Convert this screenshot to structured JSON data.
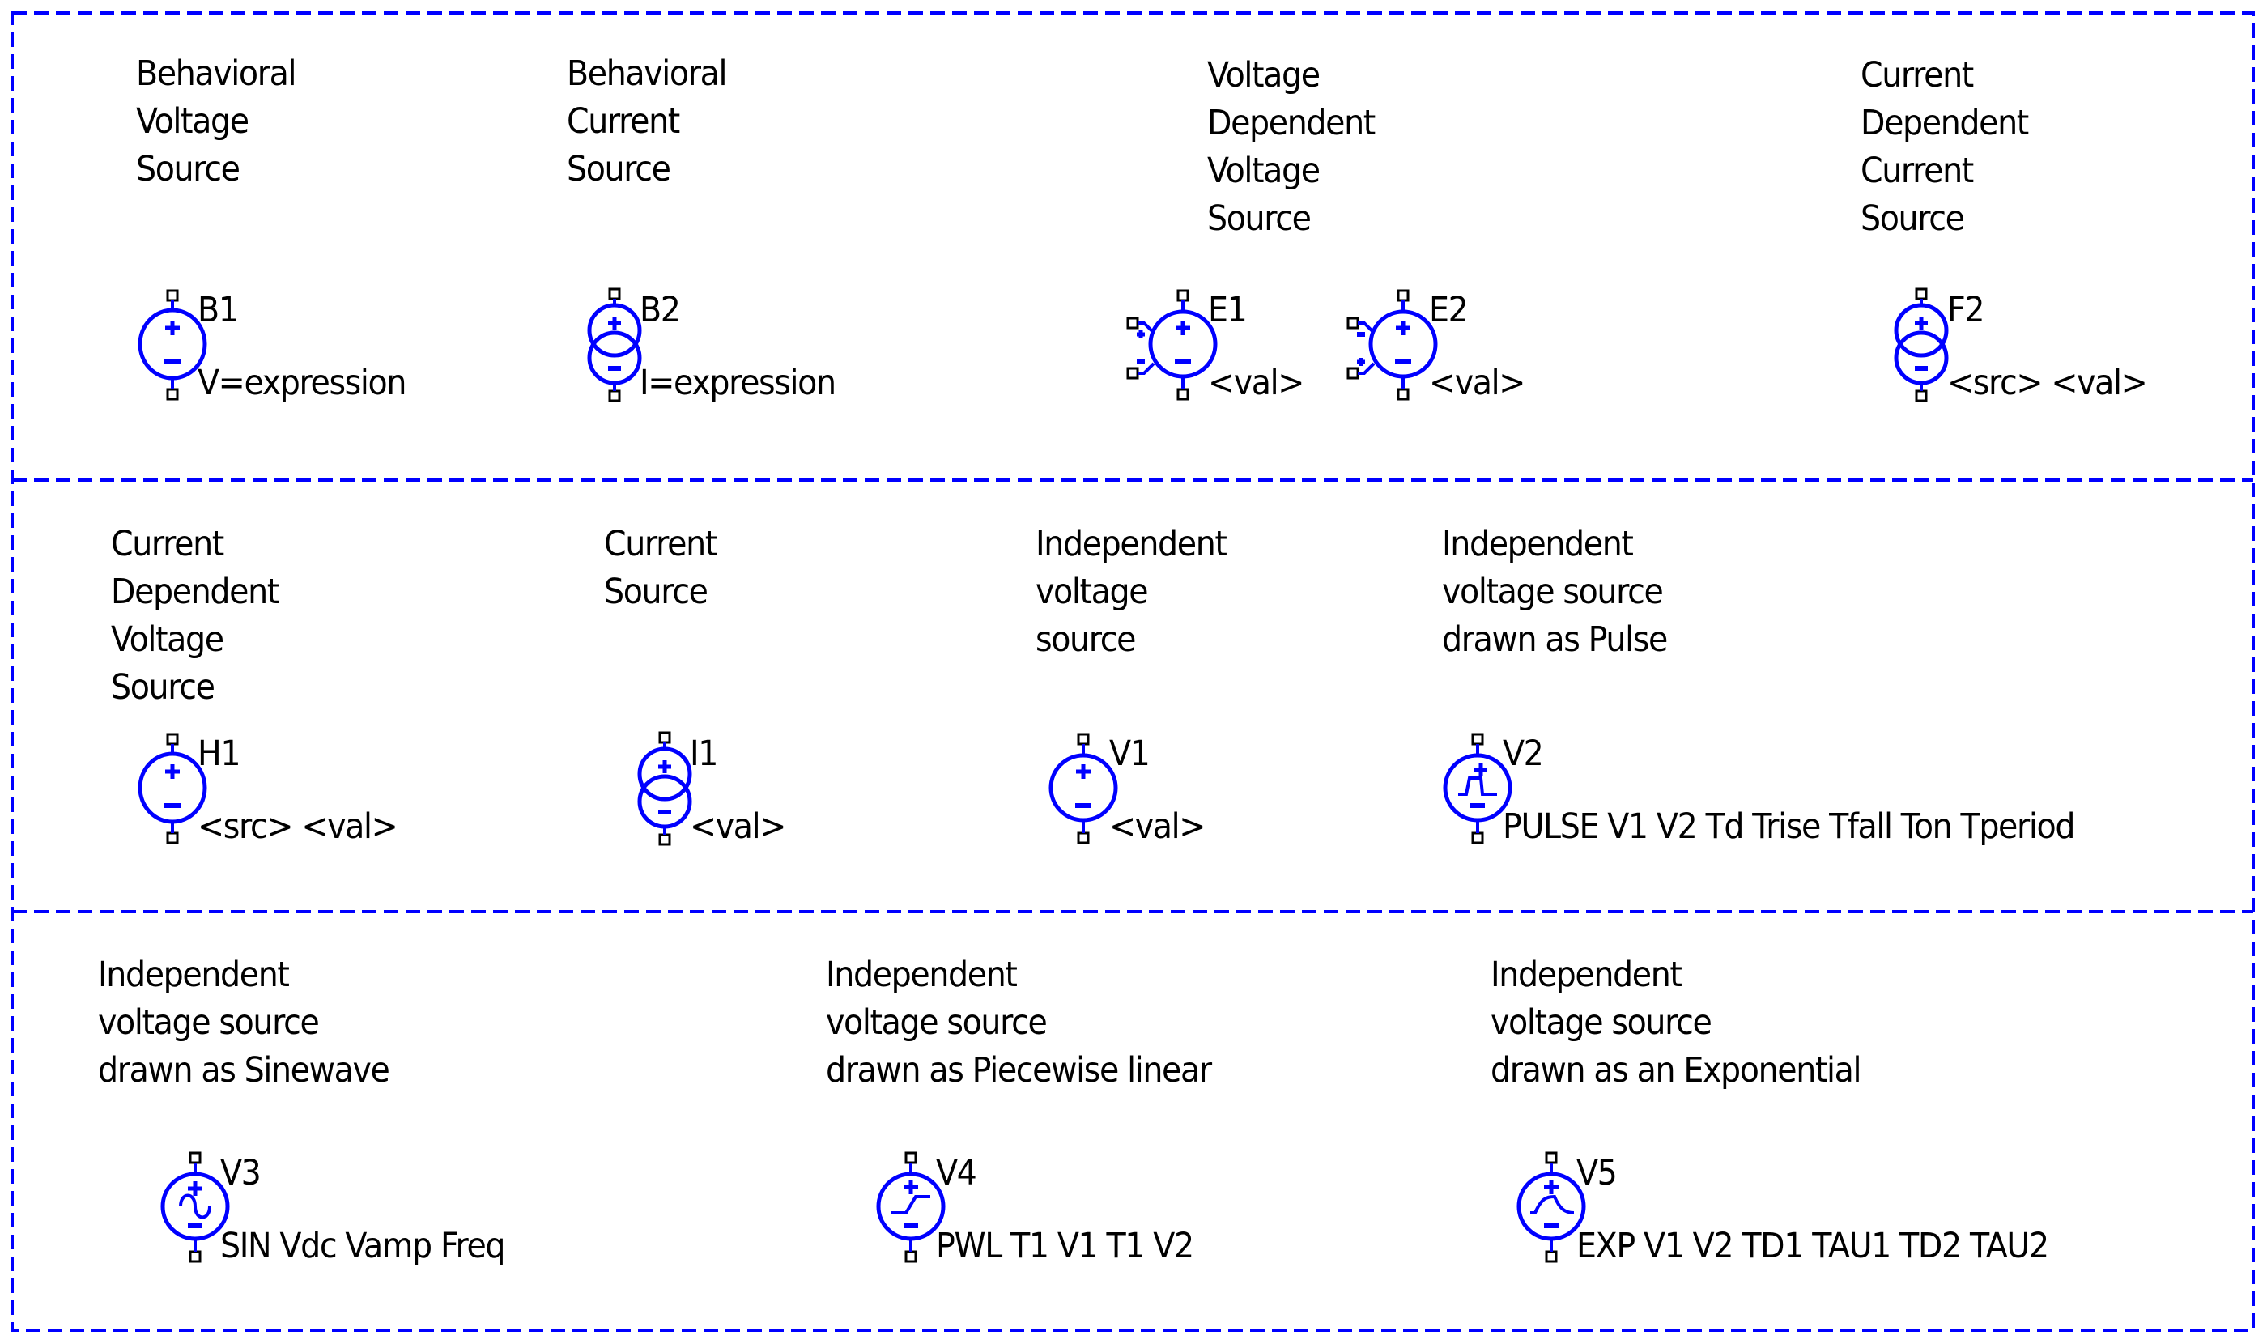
{
  "colors": {
    "wire": "#0000ff",
    "frame": "#0000c8",
    "text": "#000000",
    "pin": "#000000"
  },
  "rows": [
    {
      "components": [
        {
          "title": [
            "Behavioral",
            "Voltage",
            "Source"
          ],
          "ref": "B1",
          "value": "V=expression",
          "symbol": "voltage-source"
        },
        {
          "title": [
            "Behavioral",
            "Current",
            "Source"
          ],
          "ref": "B2",
          "value": "I=expression",
          "symbol": "current-source"
        },
        {
          "title": [
            "Voltage",
            "Dependent",
            "Voltage",
            "Source"
          ],
          "ref": "E1",
          "value": "<val>",
          "symbol": "vcvs-plus-top"
        },
        {
          "title": [],
          "ref": "E2",
          "value": "<val>",
          "symbol": "vcvs-minus-top"
        },
        {
          "title": [
            "Current",
            "Dependent",
            "Current",
            "Source"
          ],
          "ref": "F2",
          "value": "<src> <val>",
          "symbol": "current-source"
        }
      ]
    },
    {
      "components": [
        {
          "title": [
            "Current",
            "Dependent",
            "Voltage",
            "Source"
          ],
          "ref": "H1",
          "value": "<src> <val>",
          "symbol": "voltage-source"
        },
        {
          "title": [
            "Current",
            "Source"
          ],
          "ref": "I1",
          "value": "<val>",
          "symbol": "current-source"
        },
        {
          "title": [
            "Independent",
            "voltage",
            "source"
          ],
          "ref": "V1",
          "value": "<val>",
          "symbol": "voltage-source"
        },
        {
          "title": [
            "Independent",
            "voltage source",
            "drawn as Pulse"
          ],
          "ref": "V2",
          "value": "PULSE V1 V2 Td Trise Tfall Ton Tperiod",
          "symbol": "pulse-source"
        }
      ]
    },
    {
      "components": [
        {
          "title": [
            "Independent",
            "voltage source",
            "drawn as Sinewave"
          ],
          "ref": "V3",
          "value": "SIN Vdc Vamp Freq",
          "symbol": "sine-source"
        },
        {
          "title": [
            "Independent",
            "voltage source",
            "drawn as Piecewise linear"
          ],
          "ref": "V4",
          "value": "PWL T1 V1 T1 V2",
          "symbol": "pwl-source"
        },
        {
          "title": [
            "Independent",
            "voltage source",
            "drawn as an Exponential"
          ],
          "ref": "V5",
          "value": "EXP V1 V2 TD1 TAU1 TD2 TAU2",
          "symbol": "exp-source"
        }
      ]
    }
  ]
}
